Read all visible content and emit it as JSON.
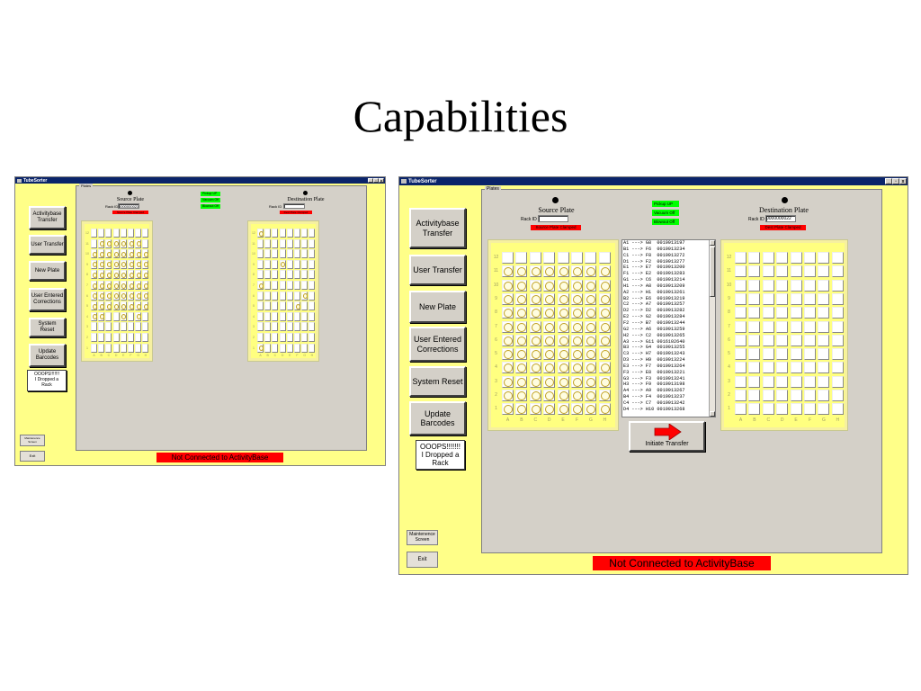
{
  "slide": {
    "title": "Capabilities"
  },
  "app_title": "TubeSorter",
  "window_buttons": {
    "minimize": "_",
    "maximize": "▫",
    "close": "x"
  },
  "panel_label": "Plates",
  "buttons": {
    "activitybase_transfer": "Activitybase\nTransfer",
    "user_transfer": "User Transfer",
    "new_plate": "New Plate",
    "user_entered_corrections": "User Entered\nCorrections",
    "system_reset": "System Reset",
    "update_barcodes": "Update\nBarcodes",
    "oops": "OOOPS!!!!!!!\nI Dropped a\nRack",
    "maintenance_screen": "Maintenence\nScreen",
    "exit": "Exit",
    "initiate_transfer": "Initiate Transfer"
  },
  "source": {
    "title": "Source Plate",
    "rack_label": "Rack ID",
    "rack_id_small": "0000000023",
    "rack_id_large": "",
    "status": "Source Plate Clamped"
  },
  "destination": {
    "title": "Destination Plate",
    "rack_label": "Rack ID",
    "rack_id_small": "",
    "rack_id_large": "0000000022",
    "status_small": "Dest Plate Clamped",
    "status_large": "Dest Plate Clamped"
  },
  "status_indicators": {
    "pickup": "Pickup UP",
    "vacuum": "Vacuum Off",
    "blowout": "Blowout Off"
  },
  "connection_status": "Not Connected to ActivityBase",
  "row_labels": [
    "12",
    "11",
    "10",
    "9",
    "8",
    "7",
    "6",
    "5",
    "4",
    "3",
    "2",
    "1"
  ],
  "col_labels": [
    "A",
    "B",
    "C",
    "D",
    "E",
    "F",
    "G",
    "H"
  ],
  "transfer_list": [
    "A1 ---> G8  0019913197",
    "B1 ---> F6  0019913234",
    "C1 ---> F8  0019913272",
    "D1 ---> F2  0019913277",
    "E1 ---> E7  0019913200",
    "F1 ---> E2  0019913283",
    "G1 ---> C6  0019913214",
    "H1 ---> A8  0019913209",
    "A2 ---> H1  0019913261",
    "B2 ---> E6  0019913219",
    "C2 ---> A7  0019913257",
    "D2 ---> D2  0019913282",
    "E2 ---> G2  0019913284",
    "F2 ---> B7  0019913244",
    "G2 ---> A6  0019913259",
    "H2 ---> C2  0019913265",
    "A3 ---> G11 0016102640",
    "B3 ---> G4  0019913255",
    "C3 ---> H7  0019913243",
    "D3 ---> H9  0019913224",
    "E3 ---> F7  0019913264",
    "F3 ---> E8  0019913221",
    "G3 ---> F3  0019913241",
    "H3 ---> F9  0019913198",
    "A4 ---> A9  0019913267",
    "B4 ---> F4  0019913237",
    "C4 ---> C7  0019913242",
    "D4 ---> H10 0019913268"
  ],
  "small_source_tubes": [
    [
      0,
      0,
      0,
      0,
      0,
      0,
      0,
      0
    ],
    [
      0,
      1,
      1,
      1,
      1,
      1,
      1,
      0
    ],
    [
      1,
      1,
      1,
      1,
      1,
      1,
      1,
      1
    ],
    [
      1,
      1,
      1,
      1,
      1,
      1,
      1,
      1
    ],
    [
      1,
      1,
      1,
      1,
      1,
      1,
      1,
      1
    ],
    [
      1,
      1,
      1,
      1,
      1,
      1,
      1,
      1
    ],
    [
      1,
      1,
      1,
      1,
      1,
      1,
      1,
      1
    ],
    [
      1,
      1,
      1,
      1,
      1,
      1,
      1,
      1
    ],
    [
      1,
      1,
      0,
      0,
      1,
      0,
      1,
      0
    ],
    [
      0,
      0,
      0,
      0,
      0,
      0,
      0,
      0
    ],
    [
      0,
      0,
      0,
      0,
      0,
      0,
      0,
      0
    ],
    [
      0,
      0,
      0,
      0,
      0,
      0,
      0,
      0
    ]
  ],
  "small_dest_tubes": [
    [
      1,
      0,
      0,
      0,
      0,
      0,
      0,
      0
    ],
    [
      0,
      0,
      0,
      0,
      0,
      0,
      0,
      0
    ],
    [
      0,
      0,
      0,
      0,
      0,
      0,
      0,
      0
    ],
    [
      0,
      0,
      0,
      1,
      0,
      0,
      0,
      0
    ],
    [
      0,
      0,
      0,
      0,
      0,
      0,
      0,
      0
    ],
    [
      1,
      0,
      0,
      0,
      0,
      0,
      0,
      0
    ],
    [
      0,
      0,
      0,
      0,
      0,
      0,
      1,
      0
    ],
    [
      0,
      0,
      0,
      0,
      0,
      1,
      0,
      0
    ],
    [
      0,
      0,
      0,
      0,
      0,
      0,
      0,
      0
    ],
    [
      0,
      0,
      0,
      0,
      0,
      0,
      0,
      0
    ],
    [
      0,
      0,
      0,
      0,
      0,
      0,
      0,
      0
    ],
    [
      1,
      0,
      0,
      0,
      0,
      0,
      0,
      0
    ]
  ],
  "large_source_tubes": [
    [
      0,
      0,
      0,
      0,
      0,
      0,
      0,
      0
    ],
    [
      1,
      1,
      1,
      1,
      1,
      1,
      1,
      1
    ],
    [
      1,
      1,
      1,
      1,
      1,
      1,
      1,
      1
    ],
    [
      1,
      1,
      1,
      1,
      1,
      1,
      1,
      1
    ],
    [
      1,
      1,
      1,
      1,
      1,
      1,
      1,
      1
    ],
    [
      1,
      1,
      1,
      1,
      1,
      1,
      1,
      1
    ],
    [
      1,
      1,
      1,
      1,
      1,
      1,
      1,
      1
    ],
    [
      1,
      1,
      1,
      1,
      1,
      1,
      1,
      1
    ],
    [
      1,
      1,
      1,
      1,
      1,
      1,
      1,
      1
    ],
    [
      1,
      1,
      1,
      1,
      1,
      1,
      1,
      1
    ],
    [
      1,
      1,
      1,
      1,
      1,
      1,
      1,
      1
    ],
    [
      1,
      1,
      1,
      1,
      1,
      1,
      1,
      1
    ]
  ],
  "large_dest_tubes": [
    [
      0,
      0,
      0,
      0,
      0,
      0,
      0,
      0
    ],
    [
      0,
      0,
      0,
      0,
      0,
      0,
      0,
      0
    ],
    [
      0,
      0,
      0,
      0,
      0,
      0,
      0,
      0
    ],
    [
      0,
      0,
      0,
      0,
      0,
      0,
      0,
      0
    ],
    [
      0,
      0,
      0,
      0,
      0,
      0,
      0,
      0
    ],
    [
      0,
      0,
      0,
      0,
      0,
      0,
      0,
      0
    ],
    [
      0,
      0,
      0,
      0,
      0,
      0,
      0,
      0
    ],
    [
      0,
      0,
      0,
      0,
      0,
      0,
      0,
      0
    ],
    [
      0,
      0,
      0,
      0,
      0,
      0,
      0,
      0
    ],
    [
      0,
      0,
      0,
      0,
      0,
      0,
      0,
      0
    ],
    [
      0,
      0,
      0,
      0,
      0,
      0,
      0,
      0
    ],
    [
      0,
      0,
      0,
      0,
      0,
      0,
      0,
      0
    ]
  ]
}
